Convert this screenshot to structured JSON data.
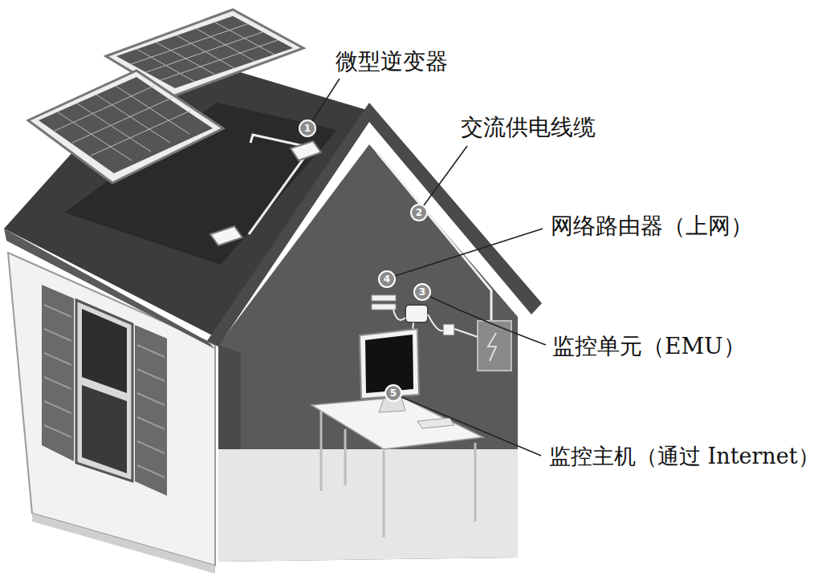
{
  "diagram": {
    "labels": [
      "微型逆变器",
      "1",
      "交流供电线缆",
      "2",
      "网络路由器（上网）",
      "4",
      "3",
      "监控单元（EMU）",
      "5",
      "监控主机（通过 Internet）"
    ]
  }
}
